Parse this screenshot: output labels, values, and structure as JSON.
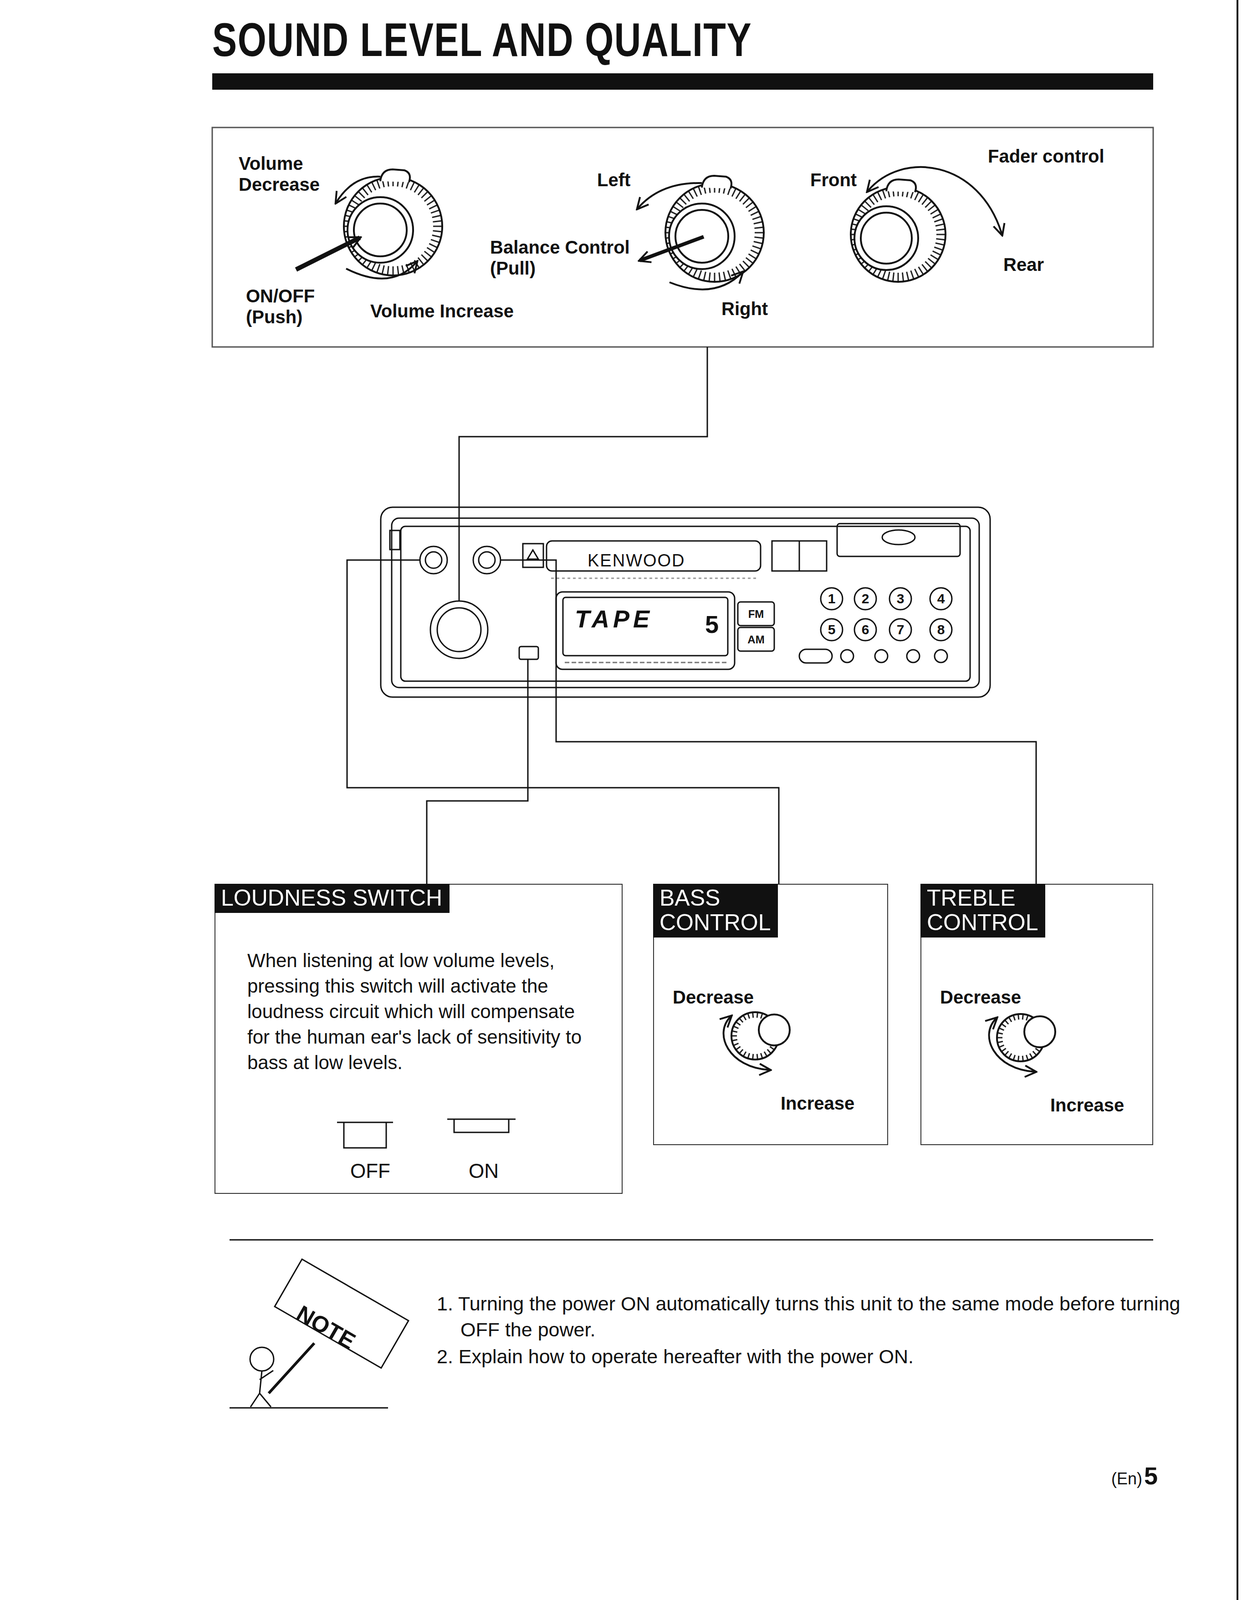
{
  "diagram": {
    "title": "SOUND LEVEL AND QUALITY",
    "nodes": [
      {
        "text": [
          "Volume Decrease",
          "ON/OFF (Push)",
          "Volume Increase",
          "Left",
          "Balance Control (Pull)",
          "Right",
          "Front",
          "Fader control",
          "Rear"
        ]
      },
      {
        "text": [
          "KENWOOD",
          "TAPE",
          "5",
          "FM",
          "AM",
          "1",
          "2",
          "3",
          "4",
          "5",
          "6",
          "7",
          "8"
        ]
      },
      {
        "text": [
          "LOUDNESS SWITCH",
          "When listening at low volume levels, pressing this switch will activate the loudness circuit which will compensate for the human ear's lack of sensitivity to bass at low levels.",
          "OFF",
          "ON"
        ]
      },
      {
        "text": [
          "BASS CONTROL",
          "Decrease",
          "Increase"
        ]
      },
      {
        "text": [
          "TREBLE CONTROL",
          "Decrease",
          "Increase"
        ]
      }
    ],
    "edges": [
      {
        "from": 1,
        "to": 0,
        "arrow": "none"
      },
      {
        "from": 1,
        "to": 2,
        "arrow": "none"
      },
      {
        "from": 1,
        "to": 3,
        "arrow": "none"
      },
      {
        "from": 1,
        "to": 4,
        "arrow": "none"
      }
    ],
    "labels": [
      "NOTE",
      "1. Turning the power ON automatically turns this unit to the same mode before turning OFF the power.",
      "2. Explain how to operate hereafter with the power ON.",
      "(En)",
      "5"
    ]
  }
}
